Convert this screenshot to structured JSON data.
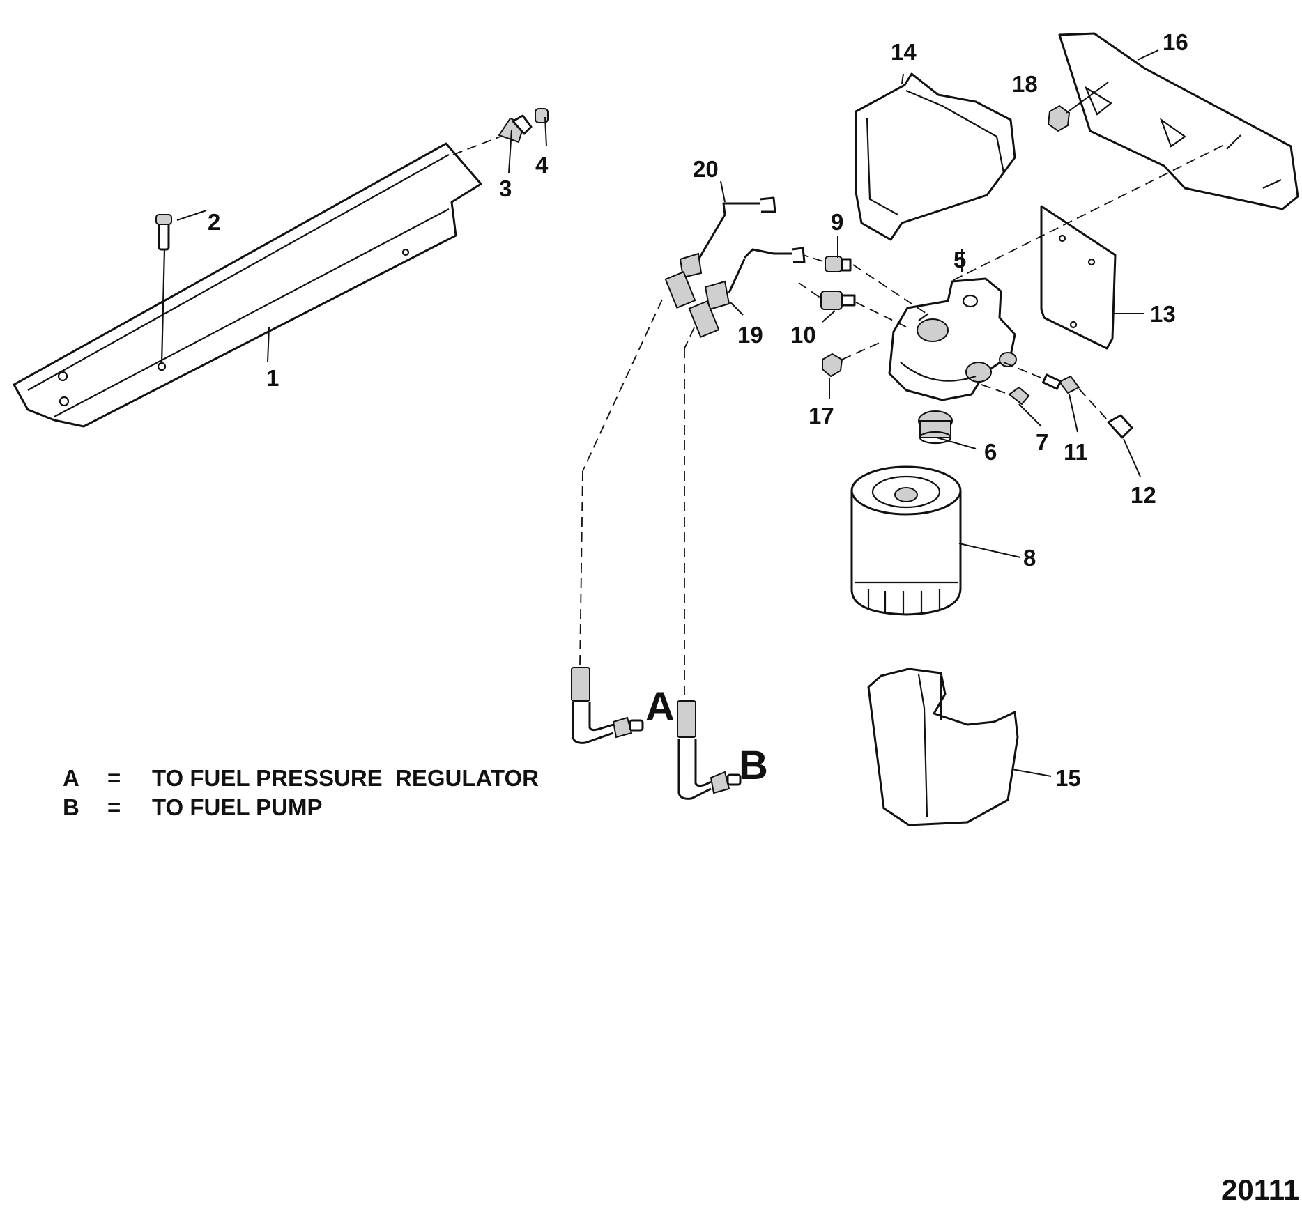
{
  "callouts": {
    "c1": "1",
    "c2": "2",
    "c3": "3",
    "c4": "4",
    "c5": "5",
    "c6": "6",
    "c7": "7",
    "c8": "8",
    "c9": "9",
    "c10": "10",
    "c11": "11",
    "c12": "12",
    "c13": "13",
    "c14": "14",
    "c15": "15",
    "c16": "16",
    "c17": "17",
    "c18": "18",
    "c19": "19",
    "c20": "20"
  },
  "connections": {
    "a": "A",
    "b": "B"
  },
  "legend": [
    {
      "key": "A",
      "eq": "=",
      "text": "TO FUEL PRESSURE  REGULATOR"
    },
    {
      "key": "B",
      "eq": "=",
      "text": "TO FUEL PUMP"
    }
  ],
  "drawing_number": "20111"
}
